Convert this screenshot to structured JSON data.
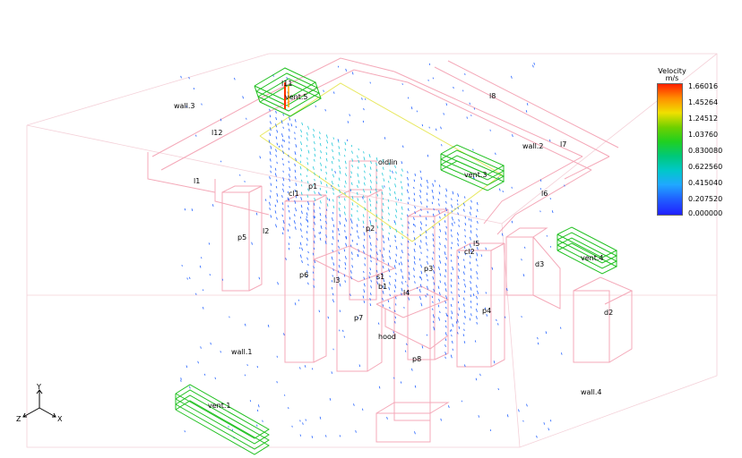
{
  "legend": {
    "title": "Velocity",
    "unit": "m/s",
    "ticks": [
      "1.66016",
      "1.45264",
      "1.24512",
      "1.03760",
      "0.830080",
      "0.622560",
      "0.415040",
      "0.207520",
      "0.000000"
    ]
  },
  "axes": {
    "y": "Y",
    "x": "X",
    "z": "Z"
  },
  "labels": {
    "l11": "l11",
    "vent5": "vent.5",
    "wall3": "wall.3",
    "l12": "l12",
    "l8": "l8",
    "wall2": "wall.2",
    "l7": "l7",
    "oidlin": "oidlin",
    "vent3": "vent.3",
    "l1": "l1",
    "cl1": "cl1",
    "p1": "p1",
    "l6": "l6",
    "p5": "p5",
    "l2": "l2",
    "p2": "p2",
    "l5": "l5",
    "cl2": "cl2",
    "d3": "d3",
    "vent4": "vent.4",
    "p3": "p3",
    "p6": "p6",
    "l3": "l3",
    "s1": "s1",
    "b1": "b1",
    "l4": "l4",
    "p4": "p4",
    "d2": "d2",
    "p7": "p7",
    "hood": "hood",
    "wall1": "wall.1",
    "p8": "p8",
    "wall4": "wall.4",
    "vent1": "vent.1"
  },
  "colors": {
    "walls": "#f4a8b8",
    "ceiling_outline": "#e8e880",
    "vents": "#20c020",
    "vectors_low": "#2060ff",
    "vectors_mid": "#20c8d8",
    "vectors_high": "#ff2000"
  }
}
